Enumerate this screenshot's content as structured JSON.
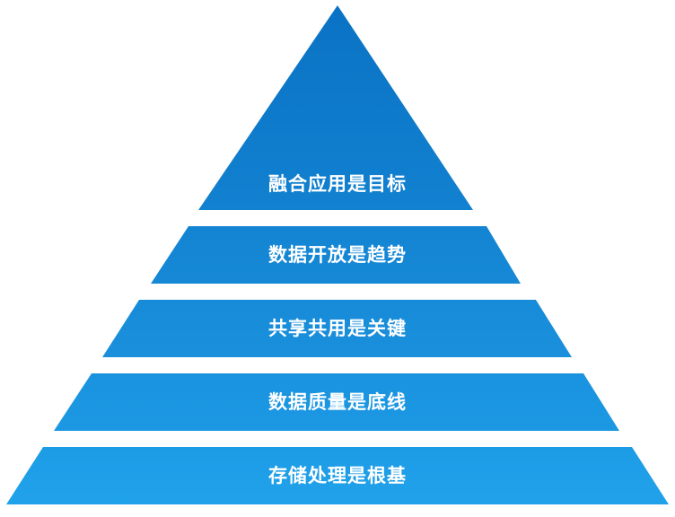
{
  "pyramid": {
    "tiers": [
      {
        "label": "融合应用是目标",
        "color_top": "#0a72c4",
        "color_bottom": "#1281d0"
      },
      {
        "label": "数据开放是趋势",
        "color_top": "#1384d2",
        "color_bottom": "#1689d6"
      },
      {
        "label": "共享共用是关键",
        "color_top": "#178bd8",
        "color_bottom": "#1a90dc"
      },
      {
        "label": "数据质量是底线",
        "color_top": "#1a93df",
        "color_bottom": "#1c98e3"
      },
      {
        "label": "存储处理是根基",
        "color_top": "#1d9ce6",
        "color_bottom": "#20a2ea"
      }
    ]
  }
}
